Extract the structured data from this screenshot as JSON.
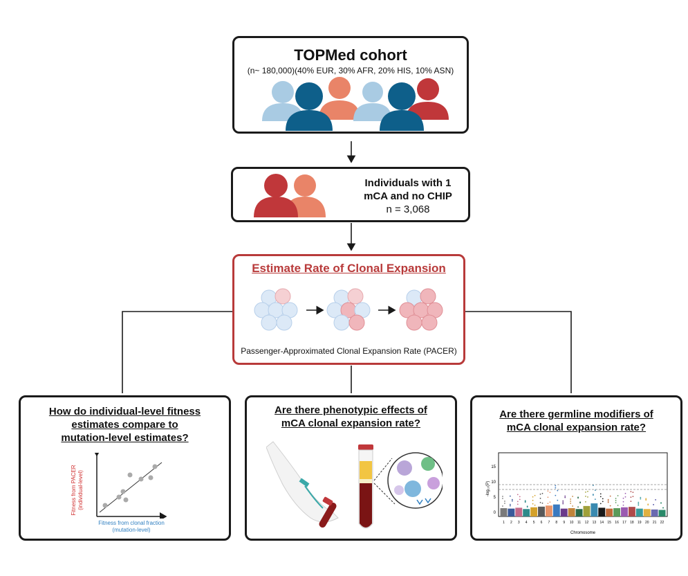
{
  "cohort": {
    "title": "TOPMed cohort",
    "subtitle": "(n~ 180,000)(40% EUR, 30% AFR, 20% HIS, 10% ASN)"
  },
  "selection": {
    "line1": "Individuals with 1",
    "line2": "mCA and no CHIP",
    "count": "n = 3,068"
  },
  "estimate": {
    "title": "Estimate Rate of Clonal Expansion",
    "caption": "Passenger-Approximated Clonal Expansion Rate (PACER)"
  },
  "questions": {
    "q1": {
      "line1": "How do individual-level fitness",
      "line2": "estimates compare to",
      "line3": "mutation-level estimates?"
    },
    "q2": {
      "line1": "Are there phenotypic effects of",
      "line2": "mCA clonal expansion rate?"
    },
    "q3": {
      "line1": "Are there germline modifiers of",
      "line2": "mCA clonal expansion rate?"
    }
  },
  "scatter": {
    "ylabel1": "Fitness from PACER",
    "ylabel2": "(individual-level)",
    "xlabel1": "Fitness from clonal fraction",
    "xlabel2": "(mutation-level)"
  },
  "manhattan": {
    "ylabel": "-log₁₀(P)",
    "xlabel": "Chromosome",
    "yticks": [
      "15",
      "10",
      "5",
      "0"
    ],
    "chromosomes": [
      "1",
      "2",
      "3",
      "4",
      "5",
      "6",
      "7",
      "8",
      "9",
      "10",
      "11",
      "12",
      "13",
      "14",
      "15",
      "16",
      "17",
      "18",
      "19",
      "20",
      "21",
      "22"
    ]
  },
  "colors": {
    "light_blue": "#a9cbe3",
    "dark_blue": "#0e5f8a",
    "salmon": "#e98468",
    "red": "#c0373a",
    "box_red": "#b83a3a",
    "scatter_red": "#d03030",
    "scatter_blue": "#2f7fc1"
  }
}
